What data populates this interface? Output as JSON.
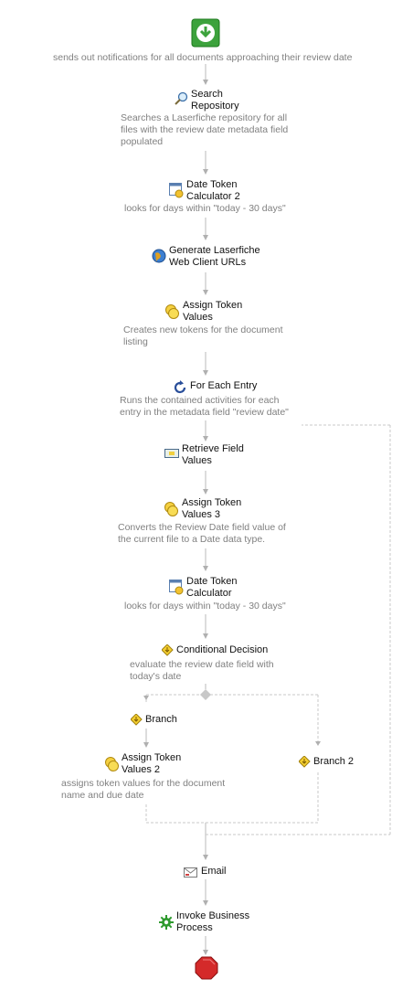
{
  "workflow": {
    "start": {
      "description": "sends out notifications for all documents approaching their review date"
    },
    "search_repository": {
      "title_1": "Search",
      "title_2": "Repository",
      "desc_1": "Searches a Laserfiche repository for all",
      "desc_2": "files with the review date metadata field",
      "desc_3": "populated"
    },
    "date_token_2": {
      "title_1": "Date Token",
      "title_2": "Calculator 2",
      "desc_1": "looks for days within \"today - 30 days\""
    },
    "generate_urls": {
      "title_1": "Generate Laserfiche",
      "title_2": "Web Client URLs"
    },
    "assign_token": {
      "title_1": "Assign Token",
      "title_2": "Values",
      "desc_1": "Creates new tokens for the document",
      "desc_2": "listing"
    },
    "for_each": {
      "title_1": "For Each Entry",
      "desc_1": "Runs the contained activities for each",
      "desc_2": "entry in the metadata field \"review date\""
    },
    "retrieve_field": {
      "title_1": "Retrieve Field",
      "title_2": "Values"
    },
    "assign_token_3": {
      "title_1": "Assign Token",
      "title_2": "Values 3",
      "desc_1": "Converts the Review Date field value of",
      "desc_2": "the current file to a Date data type."
    },
    "date_token": {
      "title_1": "Date Token",
      "title_2": "Calculator",
      "desc_1": "looks for days within \"today - 30 days\""
    },
    "conditional": {
      "title_1": "Conditional Decision",
      "desc_1": "evaluate the review date field with",
      "desc_2": "today's date"
    },
    "branch": {
      "title_1": "Branch"
    },
    "assign_token_2": {
      "title_1": "Assign Token",
      "title_2": "Values 2",
      "desc_1": "assigns token values for the document",
      "desc_2": "name and due date"
    },
    "branch_2": {
      "title_1": "Branch 2"
    },
    "email": {
      "title_1": "Email"
    },
    "invoke": {
      "title_1": "Invoke Business",
      "title_2": "Process"
    }
  },
  "colors": {
    "connector": "#b0b0b0",
    "loop": "#c8c8c8",
    "start": "#3ca23c",
    "stop": "#d42a2a",
    "desc_text": "#808080"
  }
}
